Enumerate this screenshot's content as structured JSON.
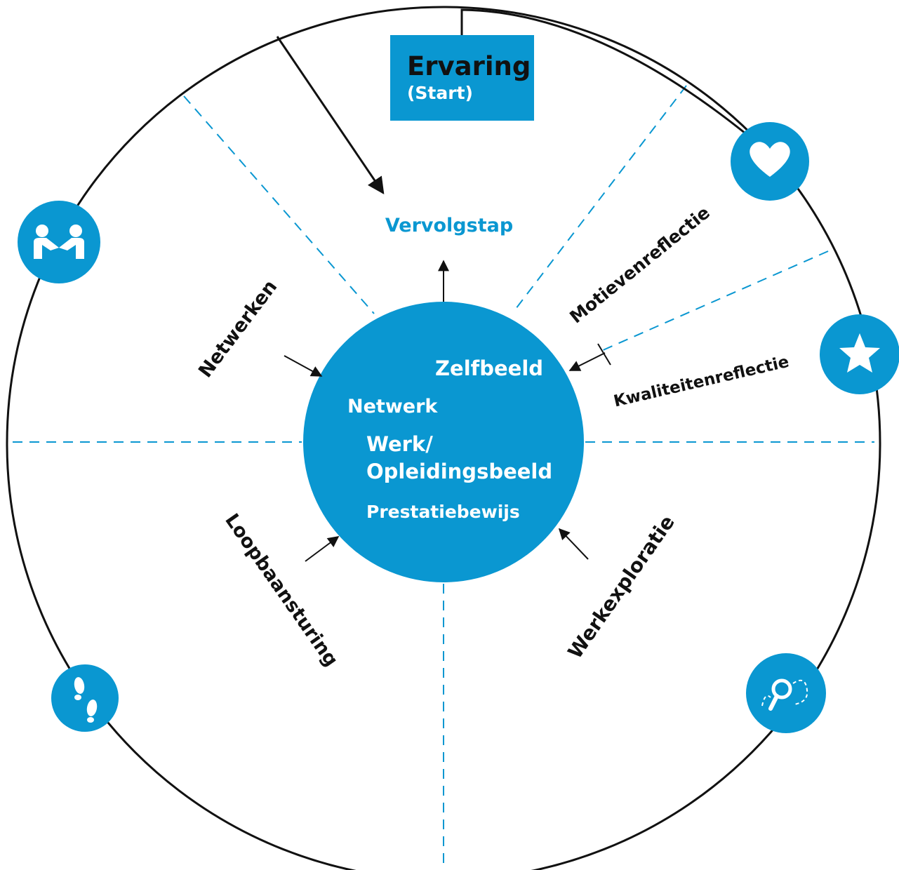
{
  "colors": {
    "accent": "#0a97d1",
    "line": "#111111",
    "text": "#111111",
    "white": "#ffffff"
  },
  "start_box": {
    "title": "Ervaring",
    "subtitle": "(Start)"
  },
  "center": {
    "items": [
      "Zelfbeeld",
      "Netwerk",
      "Werk/",
      "Opleidingsbeeld",
      "Prestatiebewijs"
    ]
  },
  "next_step": "Vervolgstap",
  "segments": {
    "motives": "Motievenreflectie",
    "qualities": "Kwaliteitenreflectie",
    "work_exploration": "Werkexploratie",
    "career_steering": "Loopbaansturing",
    "networking": "Netwerken"
  },
  "icons": {
    "motives": "heart-icon",
    "qualities": "star-icon",
    "work_exploration": "magnifier-path-icon",
    "career_steering": "footsteps-icon",
    "networking": "handshake-icon"
  }
}
